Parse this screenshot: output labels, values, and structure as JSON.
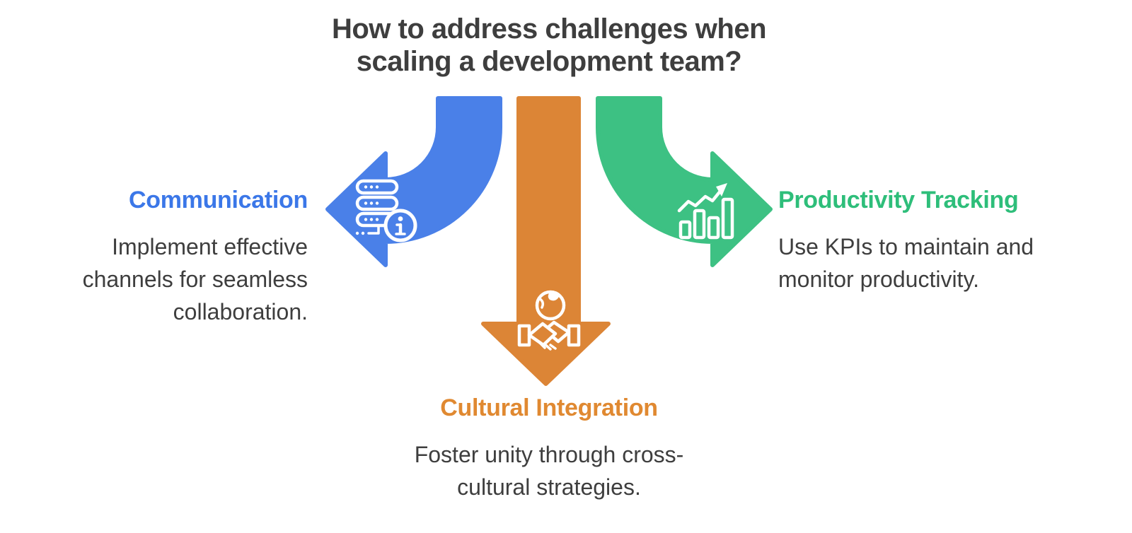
{
  "title": {
    "line1": "How to address challenges when",
    "line2": "scaling a development team?"
  },
  "colors": {
    "blue_arrow": "#4A80E8",
    "green_arrow": "#3DC183",
    "orange_arrow": "#DC8536",
    "blue_label": "#3B77E8",
    "green_label": "#2EBE7A",
    "orange_label": "#E08931",
    "body_text": "#3E3E3E",
    "background": "#FFFFFF",
    "icon_stroke": "#FFFFFF"
  },
  "sections": {
    "communication": {
      "label": "Communication",
      "description": "Implement effective channels for seamless collaboration.",
      "icon": "server-info-icon",
      "arrow_direction": "curved-left"
    },
    "cultural_integration": {
      "label": "Cultural Integration",
      "description": "Foster unity through cross-cultural strategies.",
      "icon": "handshake-globe-icon",
      "arrow_direction": "straight-down"
    },
    "productivity_tracking": {
      "label": "Productivity Tracking",
      "description": "Use KPIs to maintain and monitor productivity.",
      "icon": "growth-chart-icon",
      "arrow_direction": "curved-right"
    }
  }
}
